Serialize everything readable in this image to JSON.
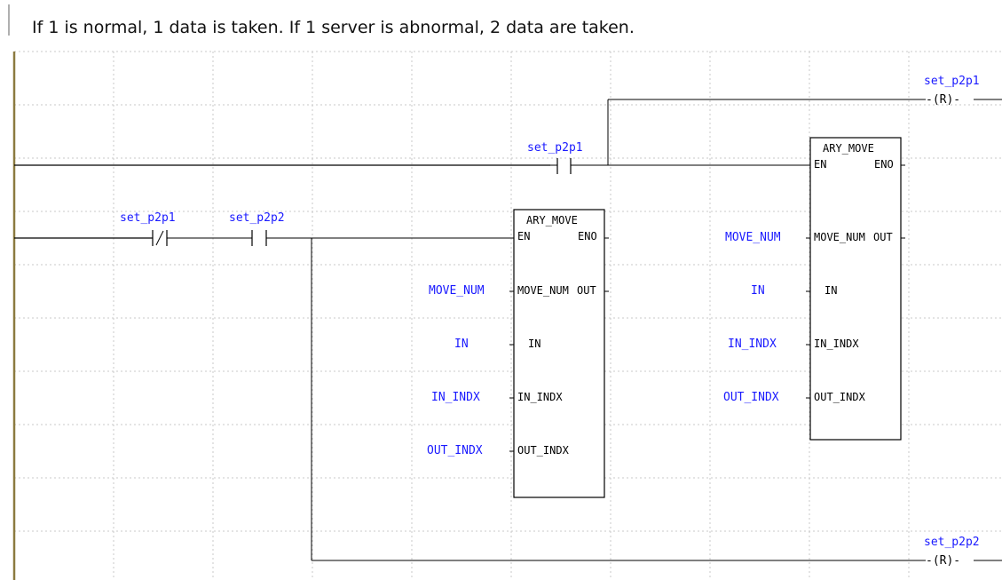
{
  "comment": "If 1 is normal, 1 data is taken. If 1 server is abnormal, 2 data are taken.",
  "rung1": {
    "contact": {
      "variable": "set_p2p1",
      "type": "normally-open"
    },
    "coil": {
      "variable": "set_p2p1",
      "type": "reset",
      "symbol": "-(R)-"
    }
  },
  "rung2": {
    "contacts": [
      {
        "variable": "set_p2p1",
        "type": "normally-closed"
      },
      {
        "variable": "set_p2p2",
        "type": "normally-open"
      }
    ],
    "coil": {
      "variable": "set_p2p2",
      "type": "reset",
      "symbol": "-(R)-"
    }
  },
  "function_blocks": [
    {
      "name": "ARY_MOVE",
      "en": "EN",
      "eno": "ENO",
      "inputs": [
        {
          "var": "MOVE_NUM",
          "pin": "MOVE_NUM",
          "output": "OUT"
        },
        {
          "var": "IN",
          "pin": "IN"
        },
        {
          "var": "IN_INDX",
          "pin": "IN_INDX"
        },
        {
          "var": "OUT_INDX",
          "pin": "OUT_INDX"
        }
      ]
    },
    {
      "name": "ARY_MOVE",
      "en": "EN",
      "eno": "ENO",
      "inputs": [
        {
          "var": "MOVE_NUM",
          "pin": "MOVE_NUM",
          "output": "OUT"
        },
        {
          "var": "IN",
          "pin": "IN"
        },
        {
          "var": "IN_INDX",
          "pin": "IN_INDX"
        },
        {
          "var": "OUT_INDX",
          "pin": "OUT_INDX"
        }
      ]
    }
  ],
  "colors": {
    "variable": "#1a1aff",
    "wire": "#000000",
    "grid": "#c9c9c9",
    "rail": "#8b7a40"
  }
}
